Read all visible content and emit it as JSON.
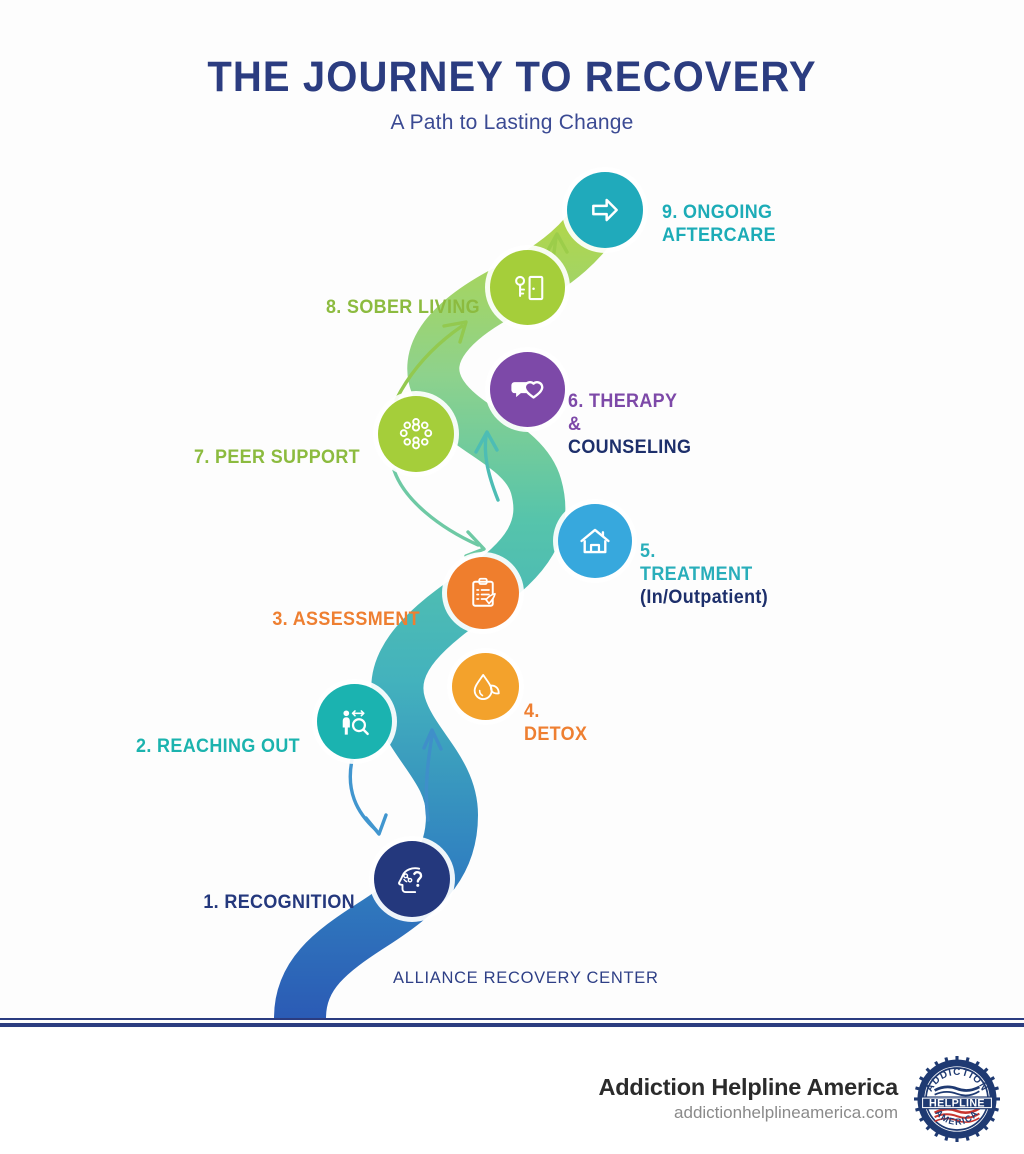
{
  "header": {
    "title": "THE JOURNEY TO RECOVERY",
    "subtitle": "A Path to Lasting Change"
  },
  "path": {
    "brand_caption": "ALLIANCE RECOVERY CENTER",
    "gradient_stops": [
      "#2b5bb5",
      "#2f7fc0",
      "#3ca8c4",
      "#45bdb3",
      "#7fcf9a",
      "#a9d44e"
    ]
  },
  "steps": [
    {
      "number": "1.",
      "label": "1. RECOGNITION",
      "sublabel": "",
      "icon": "head-question-icon",
      "color": "#24387d",
      "label_color": "#24387d",
      "side": "left"
    },
    {
      "number": "2.",
      "label": "2. REACHING OUT",
      "sublabel": "",
      "icon": "person-search-icon",
      "color": "#1bb3b0",
      "label_color": "#1bb3ae",
      "side": "left"
    },
    {
      "number": "3.",
      "label": "3. ASSESSMENT",
      "sublabel": "",
      "icon": "clipboard-pen-icon",
      "color": "#ef7e2d",
      "label_color": "#ee7f31",
      "side": "left"
    },
    {
      "number": "4.",
      "label": "4. DETOX",
      "sublabel": "",
      "icon": "water-drop-leaf-icon",
      "color": "#f3a22c",
      "label_color": "#ee7f31",
      "side": "right"
    },
    {
      "number": "5.",
      "label": "5. TREATMENT",
      "sublabel": "(In/Outpatient)",
      "icon": "house-icon",
      "color": "#37a8dd",
      "label_color": "#29aeba",
      "side": "right"
    },
    {
      "number": "6.",
      "label": "6. THERAPY &",
      "sublabel": "COUNSELING",
      "icon": "speech-heart-icon",
      "color": "#7d49a8",
      "label_color": "#7d49a8",
      "side": "right"
    },
    {
      "number": "7.",
      "label": "7. PEER SUPPORT",
      "sublabel": "",
      "icon": "people-circle-icon",
      "color": "#a5ce3a",
      "label_color": "#8cbb3f",
      "side": "left"
    },
    {
      "number": "8.",
      "label": "8. SOBER LIVING",
      "sublabel": "",
      "icon": "key-door-icon",
      "color": "#a5ce3a",
      "label_color": "#8cbb3f",
      "side": "left"
    },
    {
      "number": "9.",
      "label": "9. ONGOING",
      "sublabel": "AFTERCARE",
      "icon": "arrow-right-icon",
      "color": "#20aabb",
      "label_color": "#1cacb7",
      "side": "right"
    }
  ],
  "footer": {
    "brand": "Addiction Helpline America",
    "url": "addictionhelplineamerica.com",
    "badge": {
      "top_arc": "ADDICTION",
      "center": "HELPLINE",
      "bottom_arc": "AMERICA"
    }
  },
  "colors": {
    "navy": "#2b3c80",
    "title": "#2b3c80",
    "divider": "#2b3c80",
    "background": "#fdfdfd"
  }
}
